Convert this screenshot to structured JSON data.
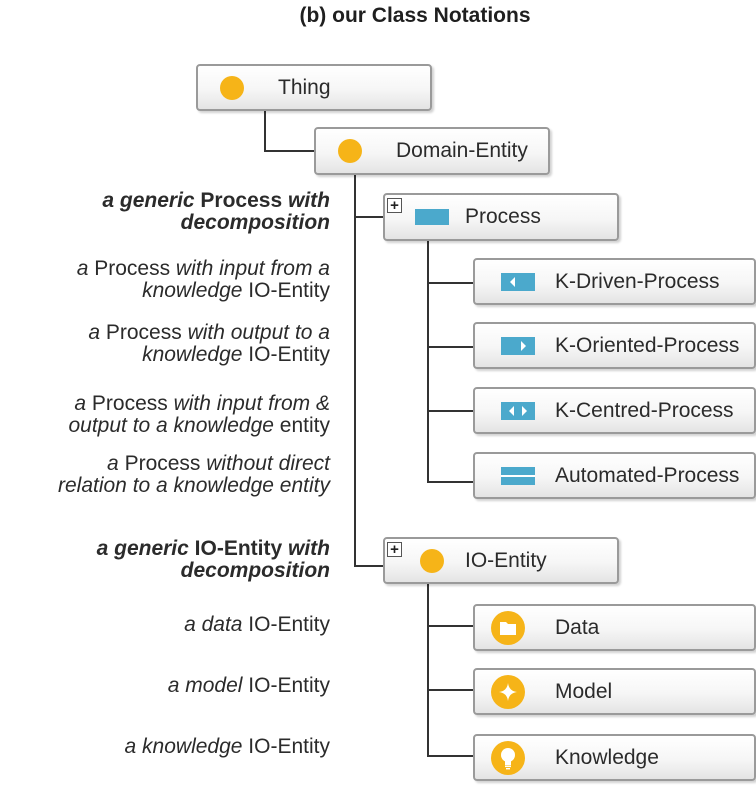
{
  "title": "(b) our Class Notations",
  "nodes": {
    "thing": "Thing",
    "domain_entity": "Domain-Entity",
    "process": "Process",
    "k_driven": "K-Driven-Process",
    "k_oriented": "K-Oriented-Process",
    "k_centred": "K-Centred-Process",
    "automated": "Automated-Process",
    "io_entity": "IO-Entity",
    "data": "Data",
    "model": "Model",
    "knowledge": "Knowledge"
  },
  "descriptions": {
    "generic_process": {
      "a1": "a generic",
      "b": " Process ",
      "a2": "with",
      "l2": "decomposition"
    },
    "input": {
      "a": "a",
      "t1": " Process ",
      "i1": "with input from a",
      "i2": "knowledge",
      "t2": " IO-Entity"
    },
    "output": {
      "a": "a",
      "t1": " Process ",
      "i1": "with output to a",
      "i2": "knowledge",
      "t2": " IO-Entity"
    },
    "in_out": {
      "a": "a",
      "t1": " Process ",
      "i1": "with input from &",
      "i2": "output to a knowledge",
      "t2": " entity"
    },
    "none": {
      "a": "a",
      "t1": " Process ",
      "i1": "without direct",
      "i2": "relation to a knowledge entity"
    },
    "generic_io": {
      "a1": "a generic",
      "b": " IO-Entity ",
      "a2": "with",
      "l2": "decomposition"
    },
    "data": {
      "i": "a data",
      "t": " IO-Entity"
    },
    "model": {
      "i": "a model",
      "t": " IO-Entity"
    },
    "knowledge": {
      "i": "a knowledge",
      "t": " IO-Entity"
    }
  },
  "colors": {
    "circle": "#f6b418",
    "process_rect": "#4ba9cc",
    "border": "#9a9a9a"
  },
  "icons": {
    "expand": "plus-box-icon",
    "data": "folder-icon",
    "model": "sparkle-icon",
    "knowledge": "lightbulb-icon"
  }
}
